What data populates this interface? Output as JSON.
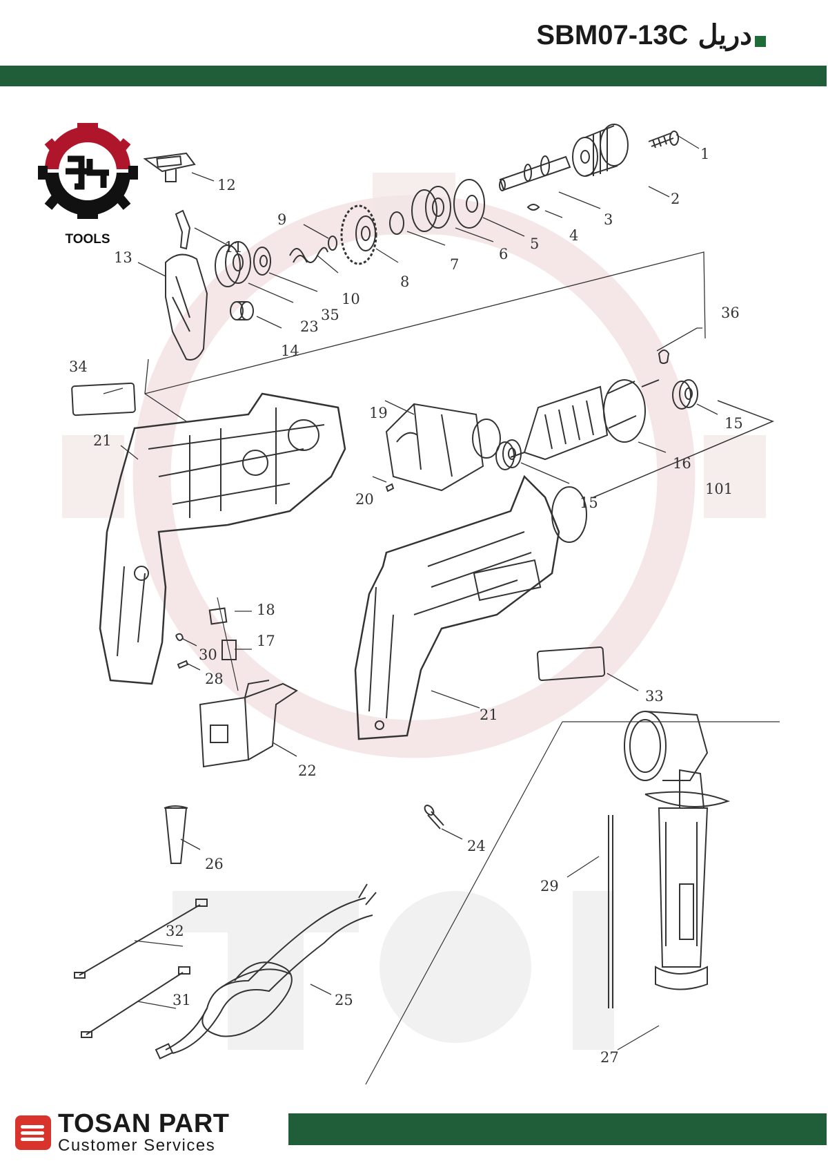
{
  "header": {
    "title_model": "SBM07-13C",
    "title_farsi": "دریل"
  },
  "logo": {
    "text": "TOOLS"
  },
  "footer": {
    "brand": "TOSAN PART",
    "subtitle": "Customer Services"
  },
  "colors": {
    "accent_green": "#1f5e38",
    "logo_red": "#b0162b",
    "brand_red": "#d8342b"
  },
  "callouts": [
    "1",
    "2",
    "3",
    "4",
    "5",
    "6",
    "7",
    "8",
    "9",
    "10",
    "11",
    "12",
    "13",
    "14",
    "15",
    "15",
    "16",
    "17",
    "18",
    "19",
    "20",
    "21",
    "21",
    "22",
    "23",
    "24",
    "25",
    "26",
    "27",
    "28",
    "29",
    "30",
    "31",
    "32",
    "33",
    "34",
    "35",
    "36",
    "101"
  ]
}
